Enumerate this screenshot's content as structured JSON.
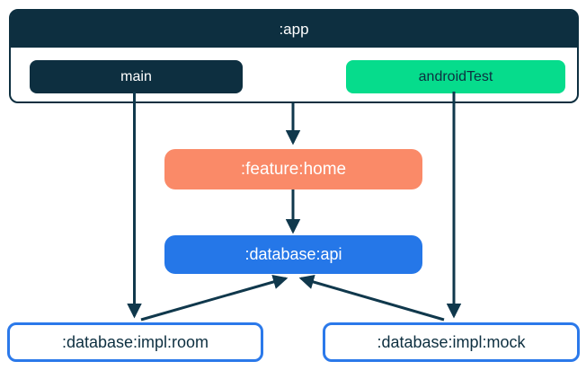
{
  "diagram": {
    "app_module": {
      "title": ":app",
      "source_sets": [
        {
          "id": "main",
          "label": "main",
          "color": "#0d2f40"
        },
        {
          "id": "androidTest",
          "label": "androidTest",
          "color": "#06dc8c"
        }
      ]
    },
    "nodes": [
      {
        "id": "feature_home",
        "label": ":feature:home",
        "color": "#fa8a68"
      },
      {
        "id": "database_api",
        "label": ":database:api",
        "color": "#2577e8"
      },
      {
        "id": "database_impl_room",
        "label": ":database:impl:room",
        "color": "#ffffff"
      },
      {
        "id": "database_impl_mock",
        "label": ":database:impl:mock",
        "color": "#ffffff"
      }
    ],
    "edges": [
      {
        "from": "main",
        "to": ":database:impl:room"
      },
      {
        "from": ":app",
        "to": ":feature:home"
      },
      {
        "from": "androidTest",
        "to": ":database:impl:mock"
      },
      {
        "from": ":feature:home",
        "to": ":database:api"
      },
      {
        "from": ":database:impl:room",
        "to": ":database:api"
      },
      {
        "from": ":database:impl:mock",
        "to": ":database:api"
      }
    ],
    "colors": {
      "navy": "#0d2f40",
      "green": "#06dc8c",
      "orange": "#fa8a68",
      "blue": "#2577e8",
      "impl_border_blue": "#2b79ea",
      "arrow": "#10384c",
      "background": "#ffffff"
    }
  }
}
